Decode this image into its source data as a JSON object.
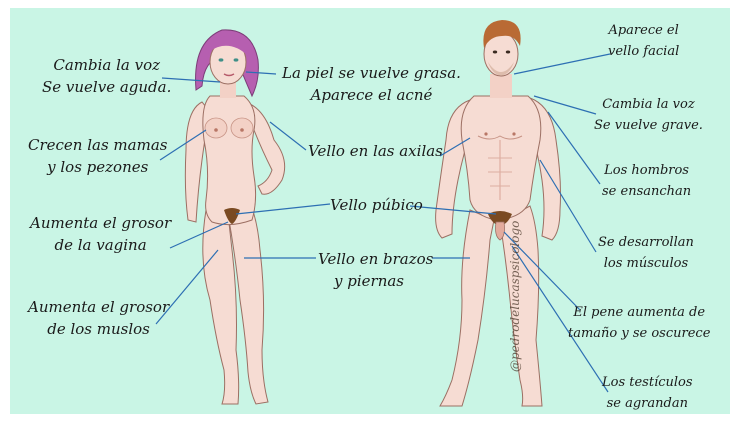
{
  "labels": {
    "female_voice": [
      "Cambia la voz",
      "Se vuelve aguda."
    ],
    "skin": [
      "La piel se vuelve grasa.",
      "Aparece el acné"
    ],
    "female_breasts": [
      "Crecen las mamas",
      "y los pezones"
    ],
    "armpits": [
      "Vello en las axilas"
    ],
    "vagina": [
      "Aumenta el grosor",
      "de la vagina"
    ],
    "pubic": [
      "Vello púbico"
    ],
    "arms_legs": [
      "Vello en brazos",
      "y piernas"
    ],
    "thighs": [
      "Aumenta el grosor",
      "de los muslos"
    ],
    "facial_hair": [
      "Aparece el",
      "vello facial"
    ],
    "male_voice": [
      "Cambia la voz",
      "Se vuelve grave."
    ],
    "shoulders": [
      "Los hombros",
      "se ensanchan"
    ],
    "muscles": [
      "Se desarrollan",
      "los músculos"
    ],
    "penis": [
      "El pene aumenta de",
      "tamaño y se oscurece"
    ],
    "testicles": [
      "Los testículos",
      "se agrandan"
    ]
  },
  "watermark": "@pedrodelucaspsicologo",
  "colors": {
    "background": "#c9f5e5",
    "skin": "#f6dcd3",
    "skin_shadow": "#e7b9ab",
    "outline": "#9c6f63",
    "female_hair": "#b65fb0",
    "male_hair": "#b96a34",
    "pubic_hair": "#7a4a22",
    "line": "#2d6fb3"
  }
}
